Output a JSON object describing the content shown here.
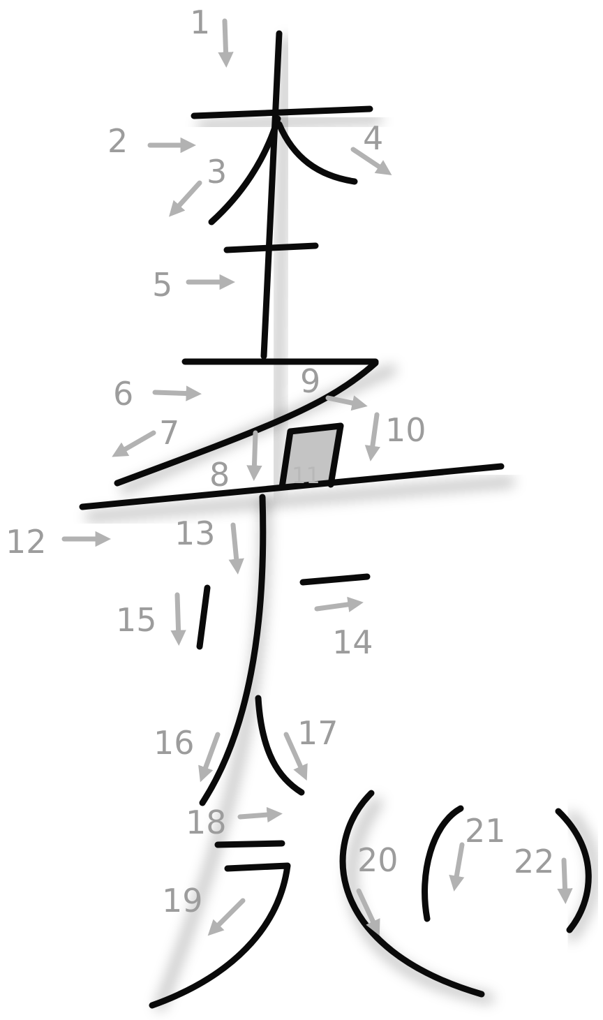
{
  "labels": [
    "1",
    "2",
    "3",
    "4",
    "5",
    "6",
    "7",
    "8",
    "9",
    "10",
    "11",
    "12",
    "13",
    "14",
    "15",
    "16",
    "17",
    "18",
    "19",
    "20",
    "21",
    "22"
  ],
  "colors": {
    "ink": "#0a0a0a",
    "annotation": "#9c9c9c",
    "arrow": "#b2b2b2",
    "box_fill": "#c4c4c4"
  }
}
